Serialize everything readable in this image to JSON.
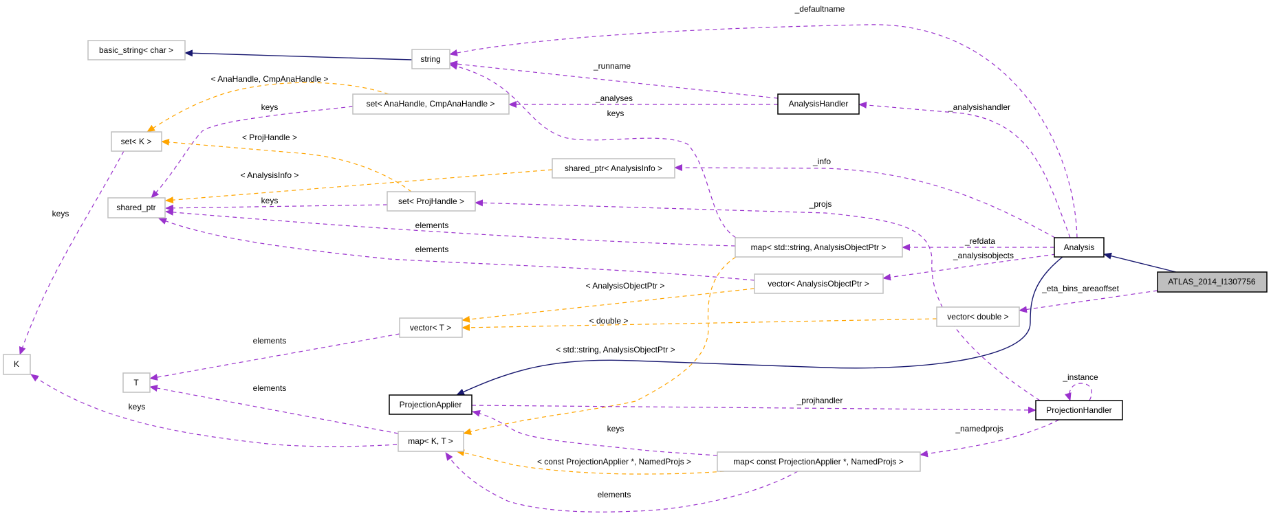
{
  "colors": {
    "member_edge": "#9a32cd",
    "template_edge": "#ffa500",
    "inheritance_edge": "#191970",
    "focus_fill": "#bfbfbf"
  },
  "nodes": [
    {
      "label": "basic_string< char >"
    },
    {
      "label": "string"
    },
    {
      "label": "set< AnaHandle, CmpAnaHandle >"
    },
    {
      "label": "AnalysisHandler"
    },
    {
      "label": "set< K >"
    },
    {
      "label": "shared_ptr< AnalysisInfo >"
    },
    {
      "label": "shared_ptr"
    },
    {
      "label": "set< ProjHandle >"
    },
    {
      "label": "map< std::string, AnalysisObjectPtr >"
    },
    {
      "label": "Analysis"
    },
    {
      "label": "vector< AnalysisObjectPtr >"
    },
    {
      "label": "ATLAS_2014_I1307756"
    },
    {
      "label": "vector< double >"
    },
    {
      "label": "vector< T >"
    },
    {
      "label": "K"
    },
    {
      "label": "T"
    },
    {
      "label": "ProjectionApplier"
    },
    {
      "label": "ProjectionHandler"
    },
    {
      "label": "map< K, T >"
    },
    {
      "label": "map< const ProjectionApplier *, NamedProjs >"
    }
  ],
  "edges": [
    {
      "label": "_defaultname"
    },
    {
      "label": "_runname"
    },
    {
      "label": "_analyses"
    },
    {
      "label": "keys"
    },
    {
      "label": "< AnaHandle, CmpAnaHandle >"
    },
    {
      "label": "keys"
    },
    {
      "label": "< ProjHandle >"
    },
    {
      "label": "< AnalysisInfo >"
    },
    {
      "label": "keys"
    },
    {
      "label": "elements"
    },
    {
      "label": "elements"
    },
    {
      "label": "keys"
    },
    {
      "label": "_analysishandler"
    },
    {
      "label": "_info"
    },
    {
      "label": "_projs"
    },
    {
      "label": "_refdata"
    },
    {
      "label": "_analysisobjects"
    },
    {
      "label": "< AnalysisObjectPtr >"
    },
    {
      "label": "< double >"
    },
    {
      "label": "< std::string, AnalysisObjectPtr >"
    },
    {
      "label": "elements"
    },
    {
      "label": "elements"
    },
    {
      "label": "keys"
    },
    {
      "label": "keys"
    },
    {
      "label": "< const ProjectionApplier *, NamedProjs >"
    },
    {
      "label": "elements"
    },
    {
      "label": "_eta_bins_areaoffset"
    },
    {
      "label": "_instance"
    },
    {
      "label": "_projhandler"
    },
    {
      "label": "_namedprojs"
    }
  ]
}
